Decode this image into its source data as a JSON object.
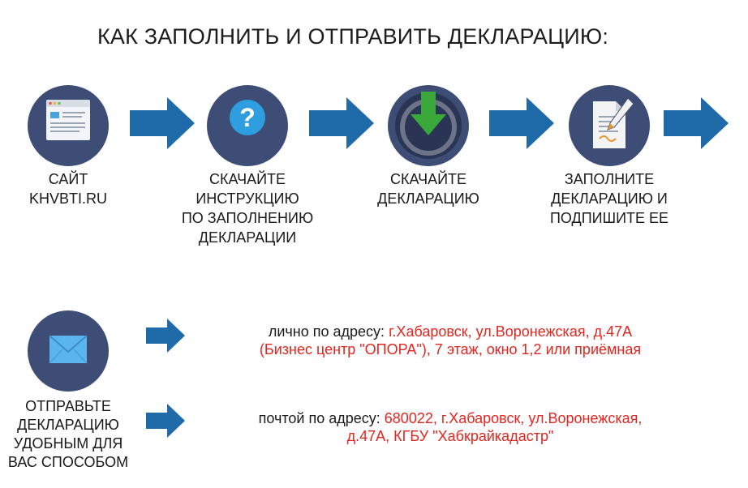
{
  "title": "КАК ЗАПОЛНИТЬ И ОТПРАВИТЬ ДЕКЛАРАЦИЮ:",
  "steps": [
    {
      "icon": "browser-window-icon",
      "label_lines": [
        "САЙТ",
        "KHVBTI.RU"
      ]
    },
    {
      "icon": "question-mark-icon",
      "label_lines": [
        "СКАЧАЙТЕ",
        "ИНСТРУКЦИЮ",
        "ПО ЗАПОЛНЕНИЮ",
        "ДЕКЛАРАЦИИ"
      ]
    },
    {
      "icon": "download-arrow-icon",
      "label_lines": [
        "СКАЧАЙТЕ",
        "ДЕКЛАРАЦИЮ"
      ]
    },
    {
      "icon": "document-pen-icon",
      "label_lines": [
        "ЗАПОЛНИТЕ",
        "ДЕКЛАРАЦИЮ И",
        "ПОДПИШИТЕ ЕЕ"
      ]
    }
  ],
  "send": {
    "icon": "envelope-icon",
    "label_lines": [
      "ОТПРАВЬТЕ",
      "ДЕКЛАРАЦИЮ",
      "УДОБНЫМ ДЛЯ",
      "ВАС СПОСОБОМ"
    ],
    "options": [
      {
        "lead": "лично по адресу: ",
        "line1": "г.Хабаровск, ул.Воронежская, д.47А",
        "line2": "(Бизнес центр \"ОПОРА\"), 7 этаж, окно 1,2 или приёмная"
      },
      {
        "lead": "почтой по адресу: ",
        "line1": "680022, г.Хабаровск, ул.Воронежская,",
        "line2": "д.47А, КГБУ \"Хабкрайкадастр\""
      }
    ]
  },
  "colors": {
    "circle": "#3e4d75",
    "arrow": "#1f6aa8",
    "address": "#e3261f",
    "question_circle": "#2e9ee0",
    "download_arrow": "#3aa83a"
  }
}
